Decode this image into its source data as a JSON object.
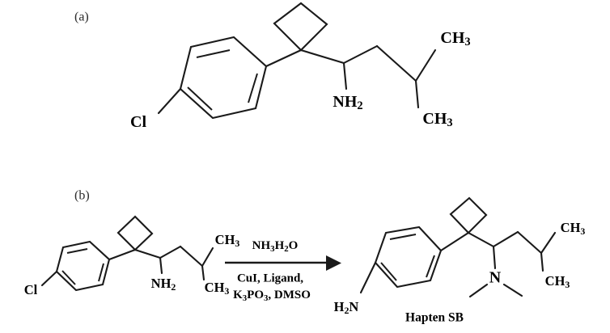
{
  "figure": {
    "background_color": "#ffffff",
    "ink_color": "#1a1a1a",
    "panels": [
      {
        "id": "a",
        "label": "(a)"
      },
      {
        "id": "b",
        "label": "(b)"
      }
    ]
  },
  "panel_a": {
    "label": "(a)",
    "description": "Sibutramine-like parent structure",
    "atom_labels": {
      "chloro": "Cl",
      "amine_n": "NH",
      "amine_sub": "2",
      "methyl_top": "CH",
      "methyl_top_sub": "3",
      "methyl_bottom": "CH",
      "methyl_bottom_sub": "3"
    }
  },
  "panel_b": {
    "label": "(b)",
    "reactant": {
      "atom_labels": {
        "chloro": "Cl",
        "amine_n": "NH",
        "amine_sub": "2",
        "methyl_top": "CH",
        "methyl_top_sub": "3",
        "methyl_bottom": "CH",
        "methyl_bottom_sub": "3"
      }
    },
    "reaction": {
      "reagent_above": "NH3H2O",
      "reagent_above_parts": [
        {
          "text": "NH",
          "sub": false
        },
        {
          "text": "3",
          "sub": true
        },
        {
          "text": "H",
          "sub": false
        },
        {
          "text": "2",
          "sub": true
        },
        {
          "text": "O",
          "sub": false
        }
      ],
      "conditions_line1": "CuI, Ligand,",
      "conditions_line2_parts": [
        {
          "text": "K",
          "sub": false
        },
        {
          "text": "3",
          "sub": true
        },
        {
          "text": "PO",
          "sub": false
        },
        {
          "text": "3",
          "sub": true
        },
        {
          "text": ", DMSO",
          "sub": false
        }
      ],
      "conditions_line2": "K3PO3, DMSO",
      "arrow": "right-arrow"
    },
    "product": {
      "name": "Hapten SB",
      "atom_labels": {
        "aniline_amine": "H2N",
        "aniline_amine_parts": [
          {
            "text": "H",
            "sub": false
          },
          {
            "text": "2",
            "sub": true
          },
          {
            "text": "N",
            "sub": false
          }
        ],
        "dimethylamino_n": "N",
        "methyl_top": "CH",
        "methyl_top_sub": "3",
        "methyl_bottom": "CH",
        "methyl_bottom_sub": "3"
      }
    }
  }
}
